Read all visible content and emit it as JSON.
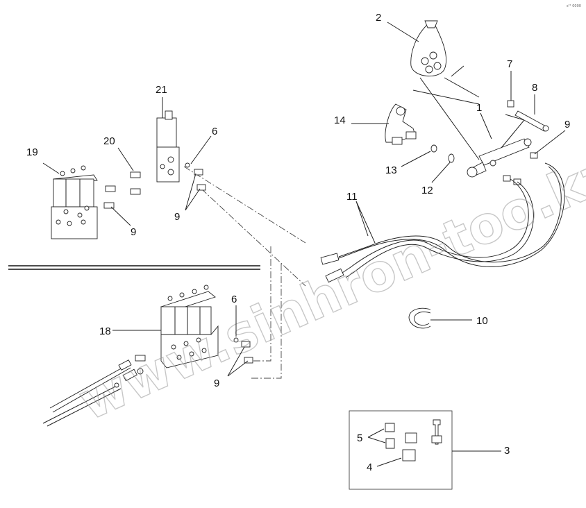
{
  "corner_code": "s²¹ 0000",
  "watermark": "www.sinhron-too.kz",
  "callouts": [
    {
      "id": "c1",
      "label": "1"
    },
    {
      "id": "c2",
      "label": "2"
    },
    {
      "id": "c3",
      "label": "3"
    },
    {
      "id": "c4",
      "label": "4"
    },
    {
      "id": "c5",
      "label": "5"
    },
    {
      "id": "c6a",
      "label": "6"
    },
    {
      "id": "c6b",
      "label": "6"
    },
    {
      "id": "c7",
      "label": "7"
    },
    {
      "id": "c8",
      "label": "8"
    },
    {
      "id": "c9a",
      "label": "9"
    },
    {
      "id": "c9b",
      "label": "9"
    },
    {
      "id": "c9c",
      "label": "9"
    },
    {
      "id": "c9d",
      "label": "9"
    },
    {
      "id": "c10",
      "label": "10"
    },
    {
      "id": "c11",
      "label": "11"
    },
    {
      "id": "c12",
      "label": "12"
    },
    {
      "id": "c13",
      "label": "13"
    },
    {
      "id": "c14",
      "label": "14"
    },
    {
      "id": "c18",
      "label": "18"
    },
    {
      "id": "c19",
      "label": "19"
    },
    {
      "id": "c20",
      "label": "20"
    },
    {
      "id": "c21",
      "label": "21"
    }
  ]
}
